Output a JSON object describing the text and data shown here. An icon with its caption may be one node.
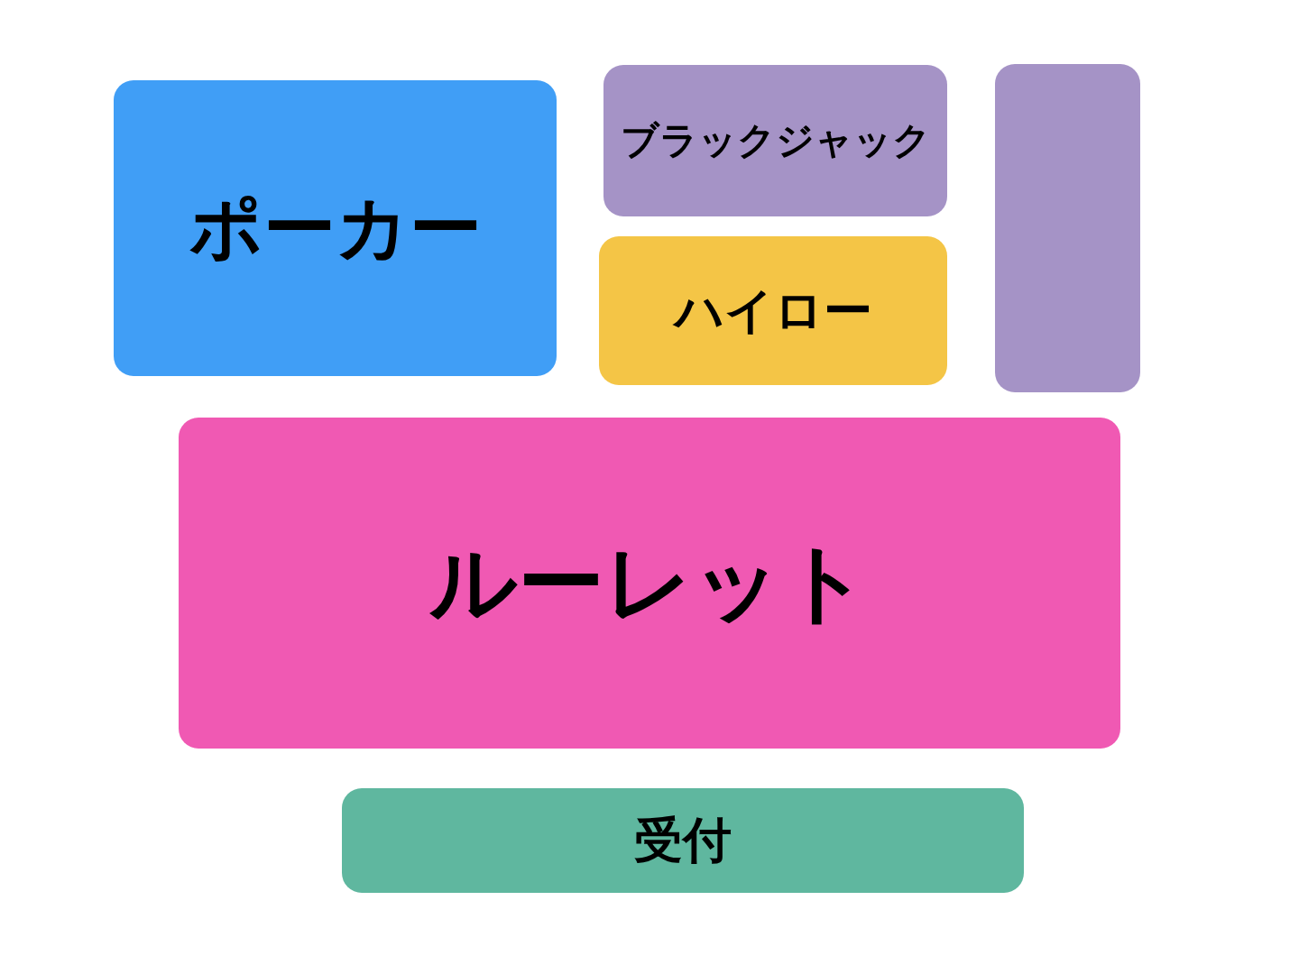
{
  "diagram": {
    "nodes": [
      {
        "text": [
          "ポーカー"
        ]
      },
      {
        "text": [
          "ブラックジャック"
        ]
      },
      {
        "text": [],
        "shape": "box"
      },
      {
        "text": [
          "ハイロー"
        ]
      },
      {
        "text": [
          "ルーレット"
        ]
      },
      {
        "text": [
          "受付"
        ]
      }
    ]
  }
}
